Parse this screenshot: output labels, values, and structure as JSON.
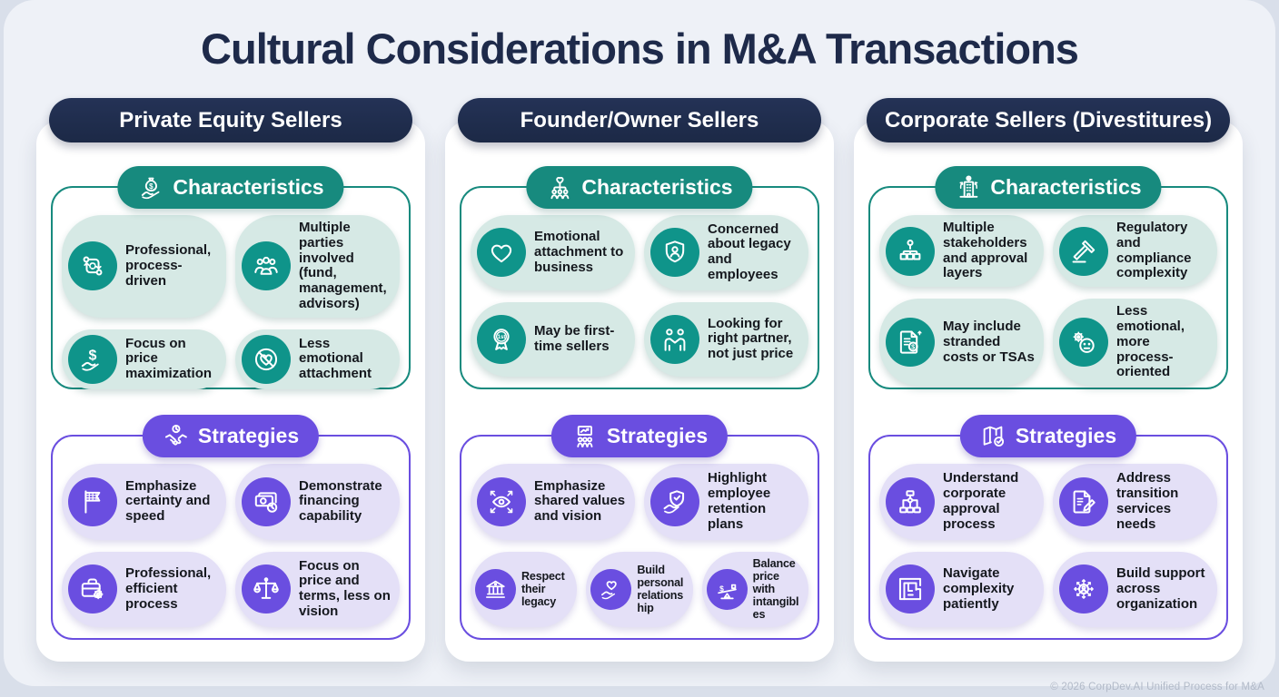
{
  "title": "Cultural Considerations in M&A Transactions",
  "footer": "© 2026 CorpDev.AI Unified Process for M&A",
  "colors": {
    "page_bg": "#d9dfea",
    "panel_bg": "#eef1f7",
    "title_text": "#1e2a4a",
    "navy_header": "#1c2946",
    "teal": "#178a7e",
    "teal_circle": "#0f948a",
    "teal_item_bg": "#d6e9e5",
    "purple": "#6a4ee0",
    "purple_item_bg": "#e4e0f7",
    "item_text": "#15181e",
    "footer_text": "#b2bac8"
  },
  "columns": [
    {
      "header": "Private Equity Sellers",
      "characteristics": {
        "title": "Characteristics",
        "icon": "money-bag-hand-icon",
        "items": [
          {
            "icon": "process-cycle-icon",
            "label": "Professional, process-driven"
          },
          {
            "icon": "people-group-icon",
            "label": "Multiple parties involved (fund, management, advisors)"
          },
          {
            "icon": "dollar-hand-icon",
            "label": "Focus on price maximization"
          },
          {
            "icon": "no-heart-icon",
            "label": "Less emotional attachment"
          }
        ]
      },
      "strategies": {
        "title": "Strategies",
        "icon": "handshake-clock-icon",
        "items": [
          {
            "icon": "checkered-flag-icon",
            "label": "Emphasize certainty and speed"
          },
          {
            "icon": "banknote-clock-icon",
            "label": "Demonstrate financing capability"
          },
          {
            "icon": "briefcase-gear-icon",
            "label": "Professional, efficient process"
          },
          {
            "icon": "balance-scale-icon",
            "label": "Focus on price and terms, less on vision"
          }
        ]
      }
    },
    {
      "header": "Founder/Owner Sellers",
      "characteristics": {
        "title": "Characteristics",
        "icon": "family-heart-icon",
        "items": [
          {
            "icon": "heart-icon",
            "label": "Emotional attachment to business"
          },
          {
            "icon": "shield-person-icon",
            "label": "Concerned about legacy and employees"
          },
          {
            "icon": "first-time-badge-icon",
            "label": "May be first-time sellers"
          },
          {
            "icon": "partners-handshake-icon",
            "label": "Looking for right partner, not just price"
          }
        ]
      },
      "strategies": {
        "title": "Strategies",
        "icon": "presentation-team-icon",
        "items": [
          {
            "icon": "vision-eye-icon",
            "label": "Emphasize shared values and vision"
          },
          {
            "icon": "shield-hand-icon",
            "label": "Highlight employee retention plans"
          },
          {
            "icon": "bank-building-icon",
            "label": "Respect their legacy"
          },
          {
            "icon": "heart-hand-icon",
            "label": "Build personal relationship"
          },
          {
            "icon": "seesaw-balance-icon",
            "label": "Balance price with intangibles"
          }
        ]
      }
    },
    {
      "header": "Corporate Sellers (Divestitures)",
      "characteristics": {
        "title": "Characteristics",
        "icon": "building-arrows-icon",
        "items": [
          {
            "icon": "org-chart-icon",
            "label": "Multiple stakeholders and approval layers"
          },
          {
            "icon": "gavel-icon",
            "label": "Regulatory and compliance complexity"
          },
          {
            "icon": "document-dollar-icon",
            "label": "May include stranded costs or TSAs"
          },
          {
            "icon": "gear-face-icon",
            "label": "Less emotional, more process-oriented"
          }
        ]
      },
      "strategies": {
        "title": "Strategies",
        "icon": "map-check-icon",
        "items": [
          {
            "icon": "flowchart-icon",
            "label": "Understand corporate approval process"
          },
          {
            "icon": "document-pencil-icon",
            "label": "Address transition services needs"
          },
          {
            "icon": "maze-icon",
            "label": "Navigate complexity patiently"
          },
          {
            "icon": "network-person-icon",
            "label": "Build support across organization"
          }
        ]
      }
    }
  ]
}
